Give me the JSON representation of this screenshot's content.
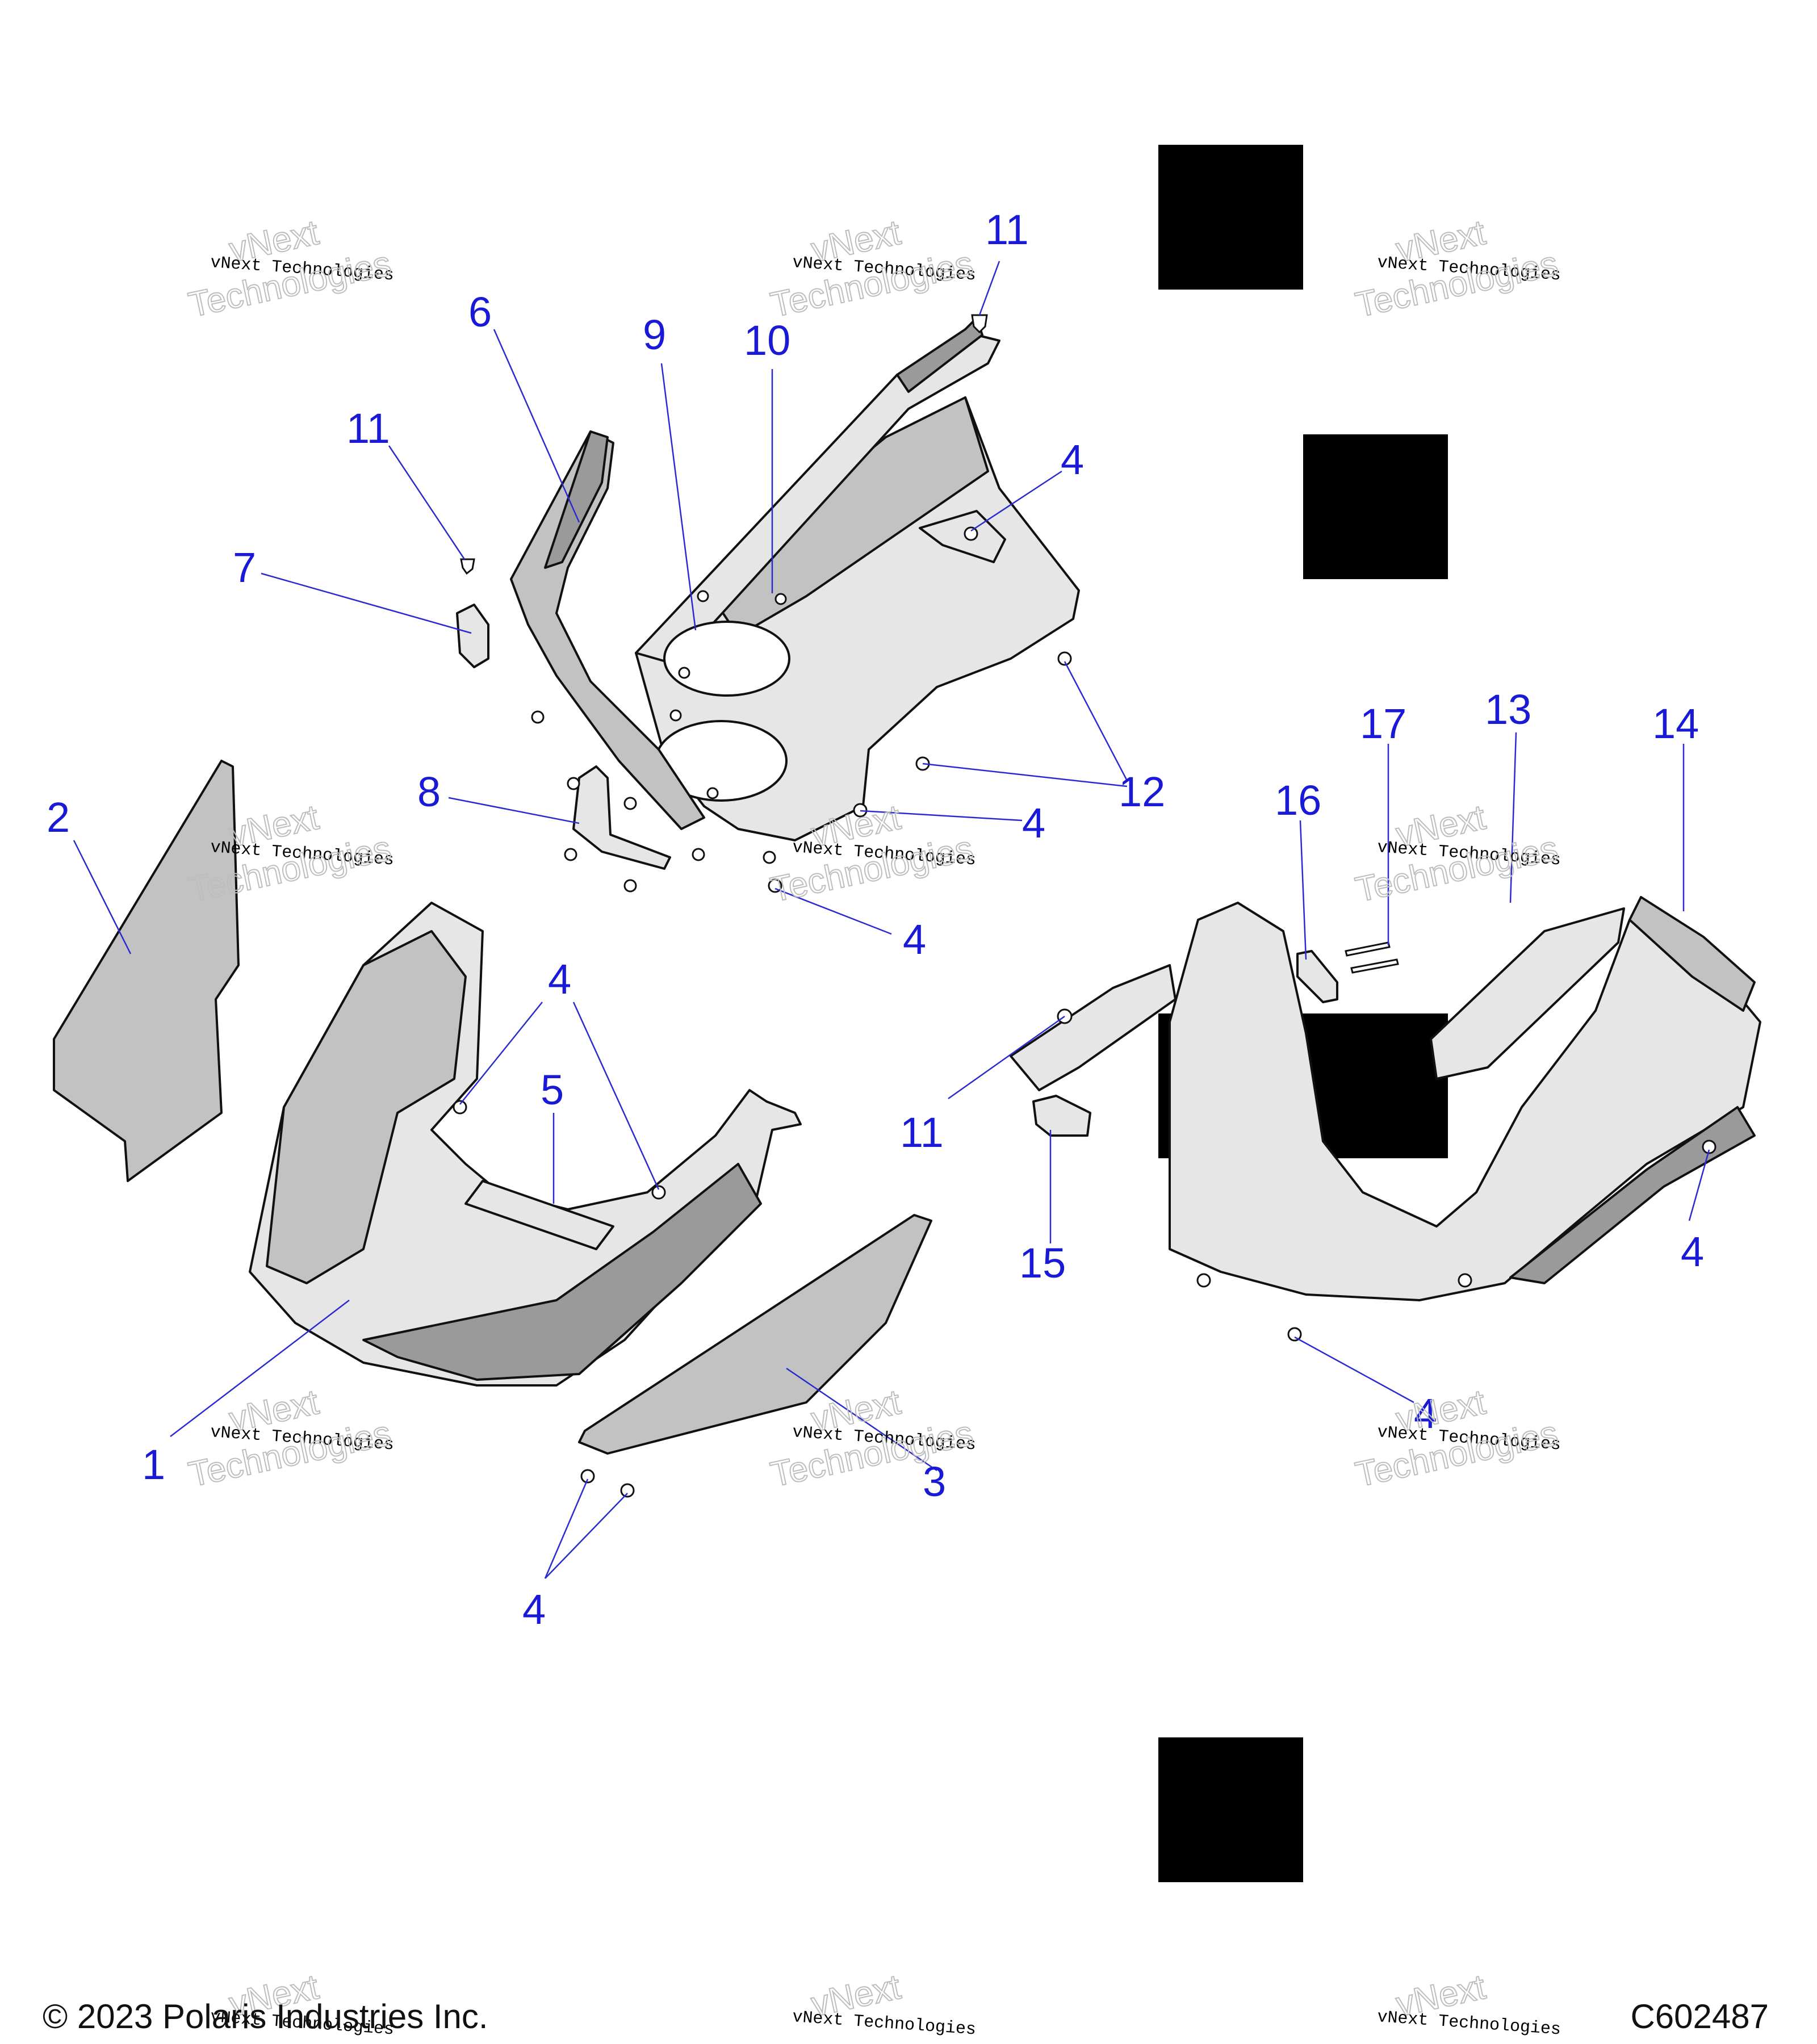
{
  "copyright": "© 2023 Polaris Industries Inc.",
  "diagram_id": "C602487",
  "watermark": {
    "line1": "vNext",
    "line2": "vNext Technologies",
    "line3": "Technologies"
  },
  "callouts": {
    "c1": "1",
    "c2": "2",
    "c3": "3",
    "c4a": "4",
    "c4b": "4",
    "c4c": "4",
    "c4d": "4",
    "c4e": "4",
    "c4f": "4",
    "c4g": "4",
    "c5": "5",
    "c6": "6",
    "c7": "7",
    "c8": "8",
    "c9": "9",
    "c10": "10",
    "c11a": "11",
    "c11b": "11",
    "c11c": "11",
    "c12": "12",
    "c13": "13",
    "c14": "14",
    "c15": "15",
    "c16": "16",
    "c17": "17"
  }
}
